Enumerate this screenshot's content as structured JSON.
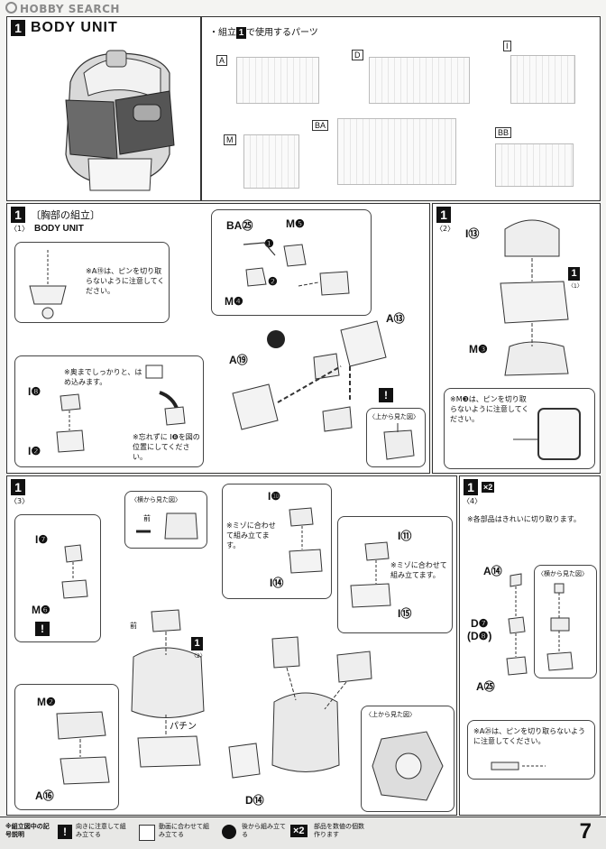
{
  "watermark": "HOBBY SEARCH",
  "section": {
    "number": "1",
    "title": "BODY UNIT",
    "parts_used_label_pre": "・組立",
    "parts_used_label_num": "1",
    "parts_used_label_post": "で使用するパーツ",
    "runners": [
      "A",
      "D",
      "I",
      "BA",
      "M",
      "BB"
    ]
  },
  "step1": {
    "num": "1",
    "sub": "〈1〉",
    "title_jp": "〔胸部の組立〕",
    "title_en": "BODY UNIT",
    "note_pin": "※A⑲は、ピンを切り取らないように注意してください。",
    "parts": {
      "ba": "BA㉕",
      "m5": "M❺",
      "m4": "M❹",
      "a13": "A⑬",
      "a19": "A⑲",
      "i8": "I❽",
      "i2": "I❷"
    },
    "arrows": [
      "❶",
      "❷"
    ],
    "note_insert": "※奥までしっかりと、はめ込みます。",
    "note_position": "※忘れずに I❽を図の位置にしてください。",
    "top_view": "〈上から見た図〉"
  },
  "step2": {
    "num": "1",
    "sub": "〈2〉",
    "parts": {
      "i13": "I⑬",
      "m3": "M❸"
    },
    "ref_num": "1",
    "ref_sub": "〈1〉",
    "note_pin": "※M❸は、ピンを切り取らないように注意してください。"
  },
  "step3": {
    "num": "1",
    "sub": "〈3〉",
    "side_view": "〈横から見た図〉",
    "front": "前",
    "parts": {
      "i7": "I❼",
      "m6": "M❻",
      "m2": "M❷",
      "a16": "A⑯",
      "i10": "I❿",
      "i14": "I⑭",
      "i11": "I⑪",
      "i15": "I⑮",
      "d14": "D⑭"
    },
    "note_groove1": "※ミゾに合わせて組み立てます。",
    "note_groove2": "※ミゾに合わせて組み立てます。",
    "pachin": "パチン",
    "ref_num": "1",
    "ref_sub": "〈2〉",
    "top_view": "〈上から見た図〉"
  },
  "step4": {
    "num": "1",
    "sub": "〈4〉",
    "times": "×2",
    "note_cut": "※各部品はきれいに切り取ります。",
    "side_view": "〈横から見た図〉",
    "parts": {
      "a14": "A⑭",
      "d7": "D❼",
      "d8": "(D❽)",
      "a25": "A㉕"
    },
    "note_pin": "※A㉕は、ピンを切り取らないように注意してください。"
  },
  "footer": {
    "legend_title": "※組立図中の記号説明",
    "items": [
      "向きに注意して組み立てる",
      "動画に合わせて組み立てる",
      "後から組み立てる",
      "部品を数値の個数作ります"
    ],
    "x2": "×2",
    "page_number": "7"
  }
}
